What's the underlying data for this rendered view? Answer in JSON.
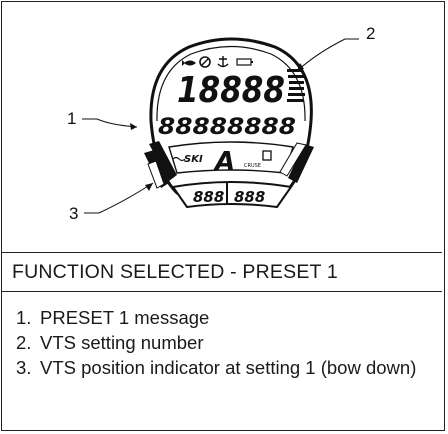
{
  "figure": {
    "callouts": [
      "1",
      "2",
      "3"
    ],
    "display": {
      "top_digits": "18888",
      "middle_segments": "88888888",
      "mode_letter": "A",
      "ski_label": "SKI",
      "cruise_label": "CRUSE",
      "left_bottom_digits": "888",
      "right_bottom_digits": "888"
    }
  },
  "caption": "FUNCTION SELECTED - PRESET 1",
  "legend": {
    "items": [
      {
        "number": "1.",
        "text": "PRESET 1 message"
      },
      {
        "number": "2.",
        "text": "VTS setting number"
      },
      {
        "number": "3.",
        "text": "VTS position indicator at setting 1 (bow down)"
      }
    ]
  }
}
